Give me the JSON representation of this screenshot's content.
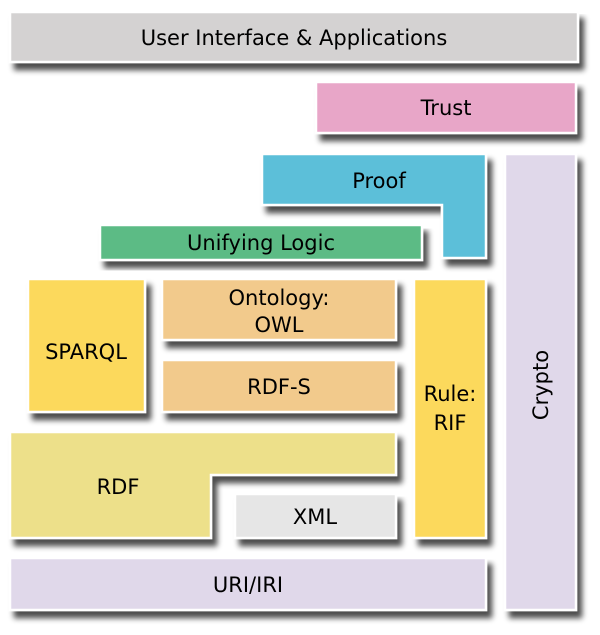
{
  "layers": {
    "ui": {
      "label": "User Interface & Applications",
      "color": "#d4d2d2"
    },
    "trust": {
      "label": "Trust",
      "color": "#e8a6c8"
    },
    "proof": {
      "label": "Proof",
      "color": "#5bbfd9"
    },
    "crypto": {
      "label": "Crypto",
      "color": "#e0d8ea"
    },
    "logic": {
      "label": "Unifying Logic",
      "color": "#5bbb85"
    },
    "sparql": {
      "label": "SPARQL",
      "color": "#fcd95c"
    },
    "ontology": {
      "label_line1": "Ontology:",
      "label_line2": "OWL",
      "color": "#f2ca8c"
    },
    "rdfs": {
      "label": "RDF-S",
      "color": "#f2ca8c"
    },
    "rule": {
      "label_line1": "Rule:",
      "label_line2": "RIF",
      "color": "#fcd95c"
    },
    "rdf": {
      "label": "RDF",
      "color": "#ede08a"
    },
    "xml": {
      "label": "XML",
      "color": "#e6e6e6"
    },
    "uri": {
      "label": "URI/IRI",
      "color": "#e0d8ea"
    }
  }
}
